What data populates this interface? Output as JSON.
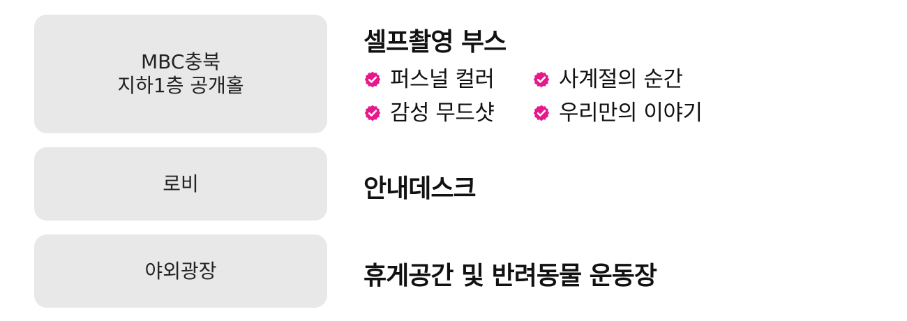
{
  "accent_color": "#e6198c",
  "rows": [
    {
      "location_lines": [
        "MBC충북",
        "지하1층 공개홀"
      ],
      "title": "셀프촬영 부스",
      "features": [
        "퍼스널 컬러",
        "사계절의 순간",
        "감성 무드샷",
        "우리만의 이야기"
      ],
      "feature_icon": "check-badge-icon"
    },
    {
      "location_lines": [
        "로비"
      ],
      "title": "안내데스크"
    },
    {
      "location_lines": [
        "야외광장"
      ],
      "title": "휴게공간 및 반려동물 운동장"
    }
  ]
}
